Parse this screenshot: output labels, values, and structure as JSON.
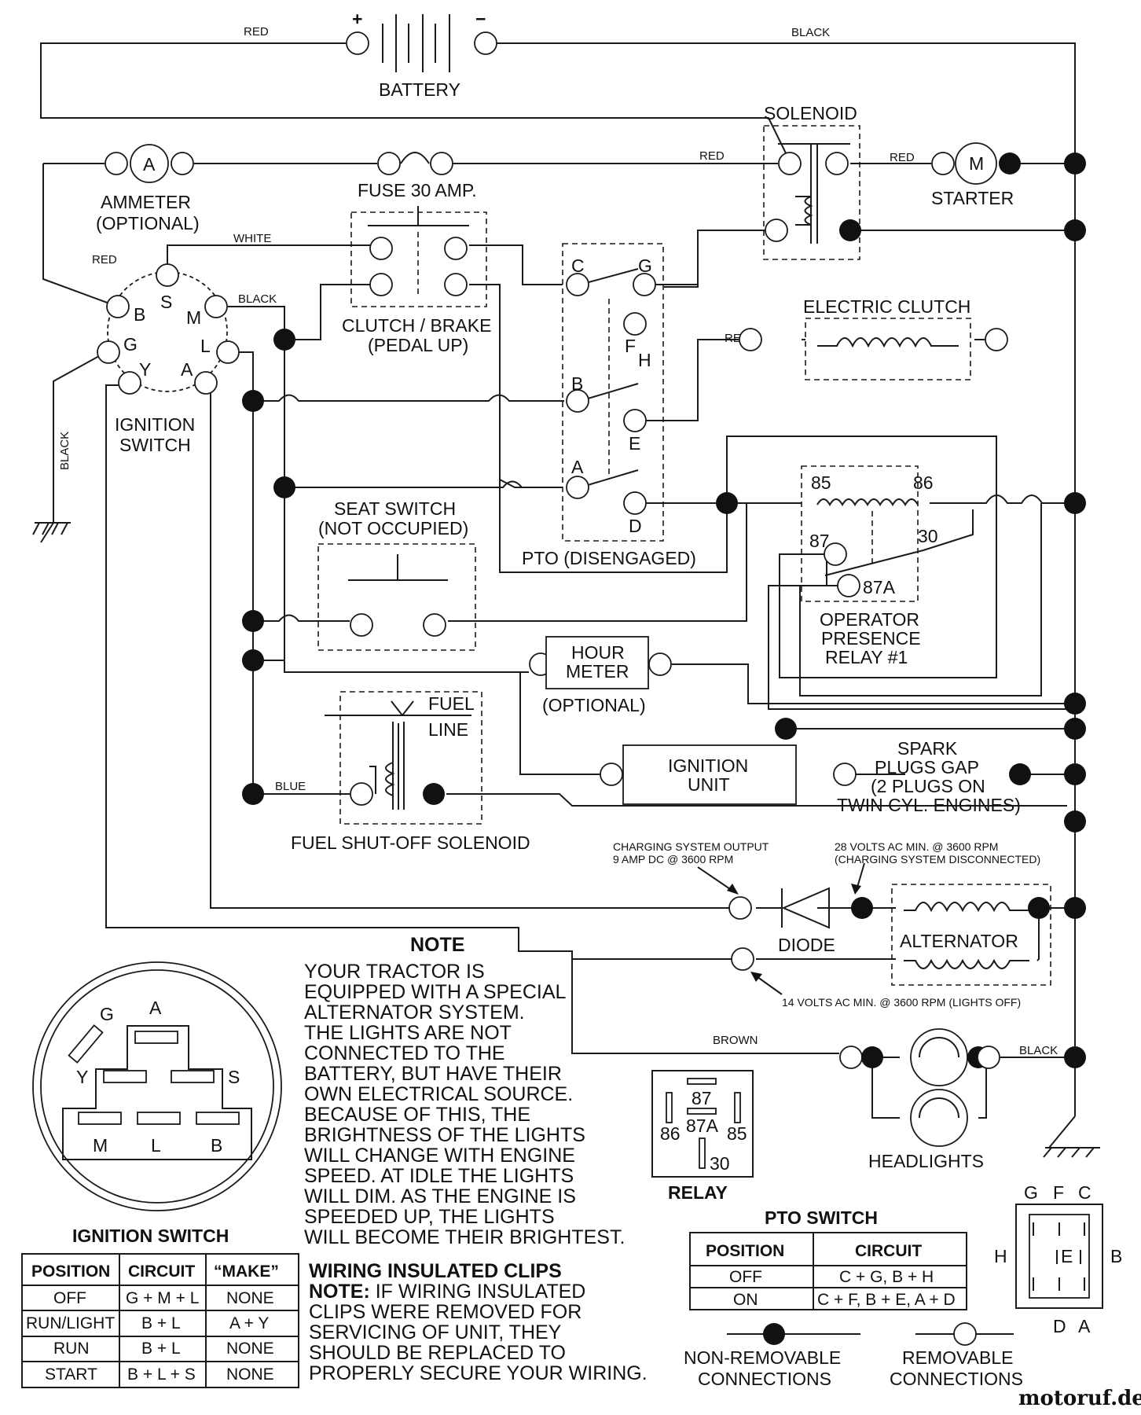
{
  "labels": {
    "battery": "BATTERY",
    "battery_plus": "+",
    "battery_minus": "−",
    "solenoid": "SOLENOID",
    "starter": "STARTER",
    "motor_m": "M",
    "ammeter": "AMMETER",
    "ammeter_opt": "(OPTIONAL)",
    "ammeter_a": "A",
    "fuse": "FUSE 30 AMP.",
    "clutch_brake": "CLUTCH / BRAKE",
    "pedal_up": "(PEDAL UP)",
    "electric_clutch": "ELECTRIC CLUTCH",
    "ignition_switch_1": "IGNITION",
    "ignition_switch_2": "SWITCH",
    "seat_switch": "SEAT SWITCH",
    "not_occupied": "(NOT OCCUPIED)",
    "pto_disengaged": "PTO (DISENGAGED)",
    "opr_1": "OPERATOR",
    "opr_2": "PRESENCE",
    "opr_3": "RELAY #1",
    "hour_1": "HOUR",
    "hour_2": "METER",
    "hour_opt": "(OPTIONAL)",
    "fuel_1": "FUEL",
    "fuel_2": "LINE",
    "fuel_solenoid": "FUEL SHUT-OFF SOLENOID",
    "ign_unit_1": "IGNITION",
    "ign_unit_2": "UNIT",
    "spark_1": "SPARK",
    "spark_2": "PLUGS GAP",
    "spark_3": "(2 PLUGS ON",
    "spark_4": "TWIN CYL. ENGINES)",
    "charge_1": "CHARGING SYSTEM OUTPUT",
    "charge_2": "9 AMP DC @ 3600 RPM",
    "volts28_1": "28 VOLTS AC MIN. @ 3600 RPM",
    "volts28_2": "(CHARGING SYSTEM DISCONNECTED)",
    "diode": "DIODE",
    "alternator": "ALTERNATOR",
    "volts14": "14 VOLTS AC MIN. @ 3600 RPM (LIGHTS OFF)",
    "headlights": "HEADLIGHTS",
    "relay": "RELAY"
  },
  "wire_colors": {
    "red": "RED",
    "black": "BLACK",
    "white": "WHITE",
    "blue": "BLUE",
    "brown": "BROWN"
  },
  "terminals": {
    "ign": [
      "B",
      "S",
      "M",
      "G",
      "L",
      "Y",
      "A"
    ],
    "pto": [
      "C",
      "G",
      "F",
      "H",
      "B",
      "E",
      "A",
      "D"
    ],
    "relay": [
      "85",
      "86",
      "87",
      "30",
      "87A"
    ],
    "pto_pins": [
      "G",
      "F",
      "C",
      "H",
      "E",
      "B",
      "D",
      "A"
    ],
    "ign_face": [
      "G",
      "A",
      "Y",
      "S",
      "M",
      "L",
      "B"
    ]
  },
  "note": {
    "title": "NOTE",
    "lines": [
      "YOUR TRACTOR IS",
      "EQUIPPED WITH A SPECIAL",
      "ALTERNATOR SYSTEM.",
      "THE LIGHTS ARE NOT",
      "CONNECTED TO THE",
      "BATTERY, BUT HAVE THEIR",
      "OWN ELECTRICAL SOURCE.",
      "BECAUSE OF THIS, THE",
      "BRIGHTNESS OF THE LIGHTS",
      "WILL CHANGE WITH ENGINE",
      "SPEED.  AT IDLE THE LIGHTS",
      "WILL DIM.  AS THE ENGINE IS",
      "SPEEDED UP, THE LIGHTS",
      "WILL BECOME THEIR BRIGHTEST."
    ]
  },
  "clips": {
    "title": "WIRING INSULATED CLIPS",
    "lead": "NOTE:",
    "lines": [
      " IF WIRING INSULATED",
      "CLIPS WERE REMOVED FOR",
      "SERVICING OF UNIT, THEY",
      "SHOULD BE REPLACED TO",
      "PROPERLY SECURE YOUR WIRING."
    ]
  },
  "ignition_table": {
    "title": "IGNITION SWITCH",
    "headers": [
      "POSITION",
      "CIRCUIT",
      "“MAKE”"
    ],
    "rows": [
      [
        "OFF",
        "G + M + L",
        "NONE"
      ],
      [
        "RUN/LIGHT",
        "B + L",
        "A + Y"
      ],
      [
        "RUN",
        "B + L",
        "NONE"
      ],
      [
        "START",
        "B + L + S",
        "NONE"
      ]
    ]
  },
  "pto_table": {
    "title": "PTO SWITCH",
    "headers": [
      "POSITION",
      "CIRCUIT"
    ],
    "rows": [
      [
        "OFF",
        "C + G, B + H"
      ],
      [
        "ON",
        "C + F, B + E, A + D"
      ]
    ]
  },
  "legend": {
    "non_removable_1": "NON-REMOVABLE",
    "non_removable_2": "CONNECTIONS",
    "removable_1": "REMOVABLE",
    "removable_2": "CONNECTIONS"
  },
  "watermark": "motoruf.de"
}
